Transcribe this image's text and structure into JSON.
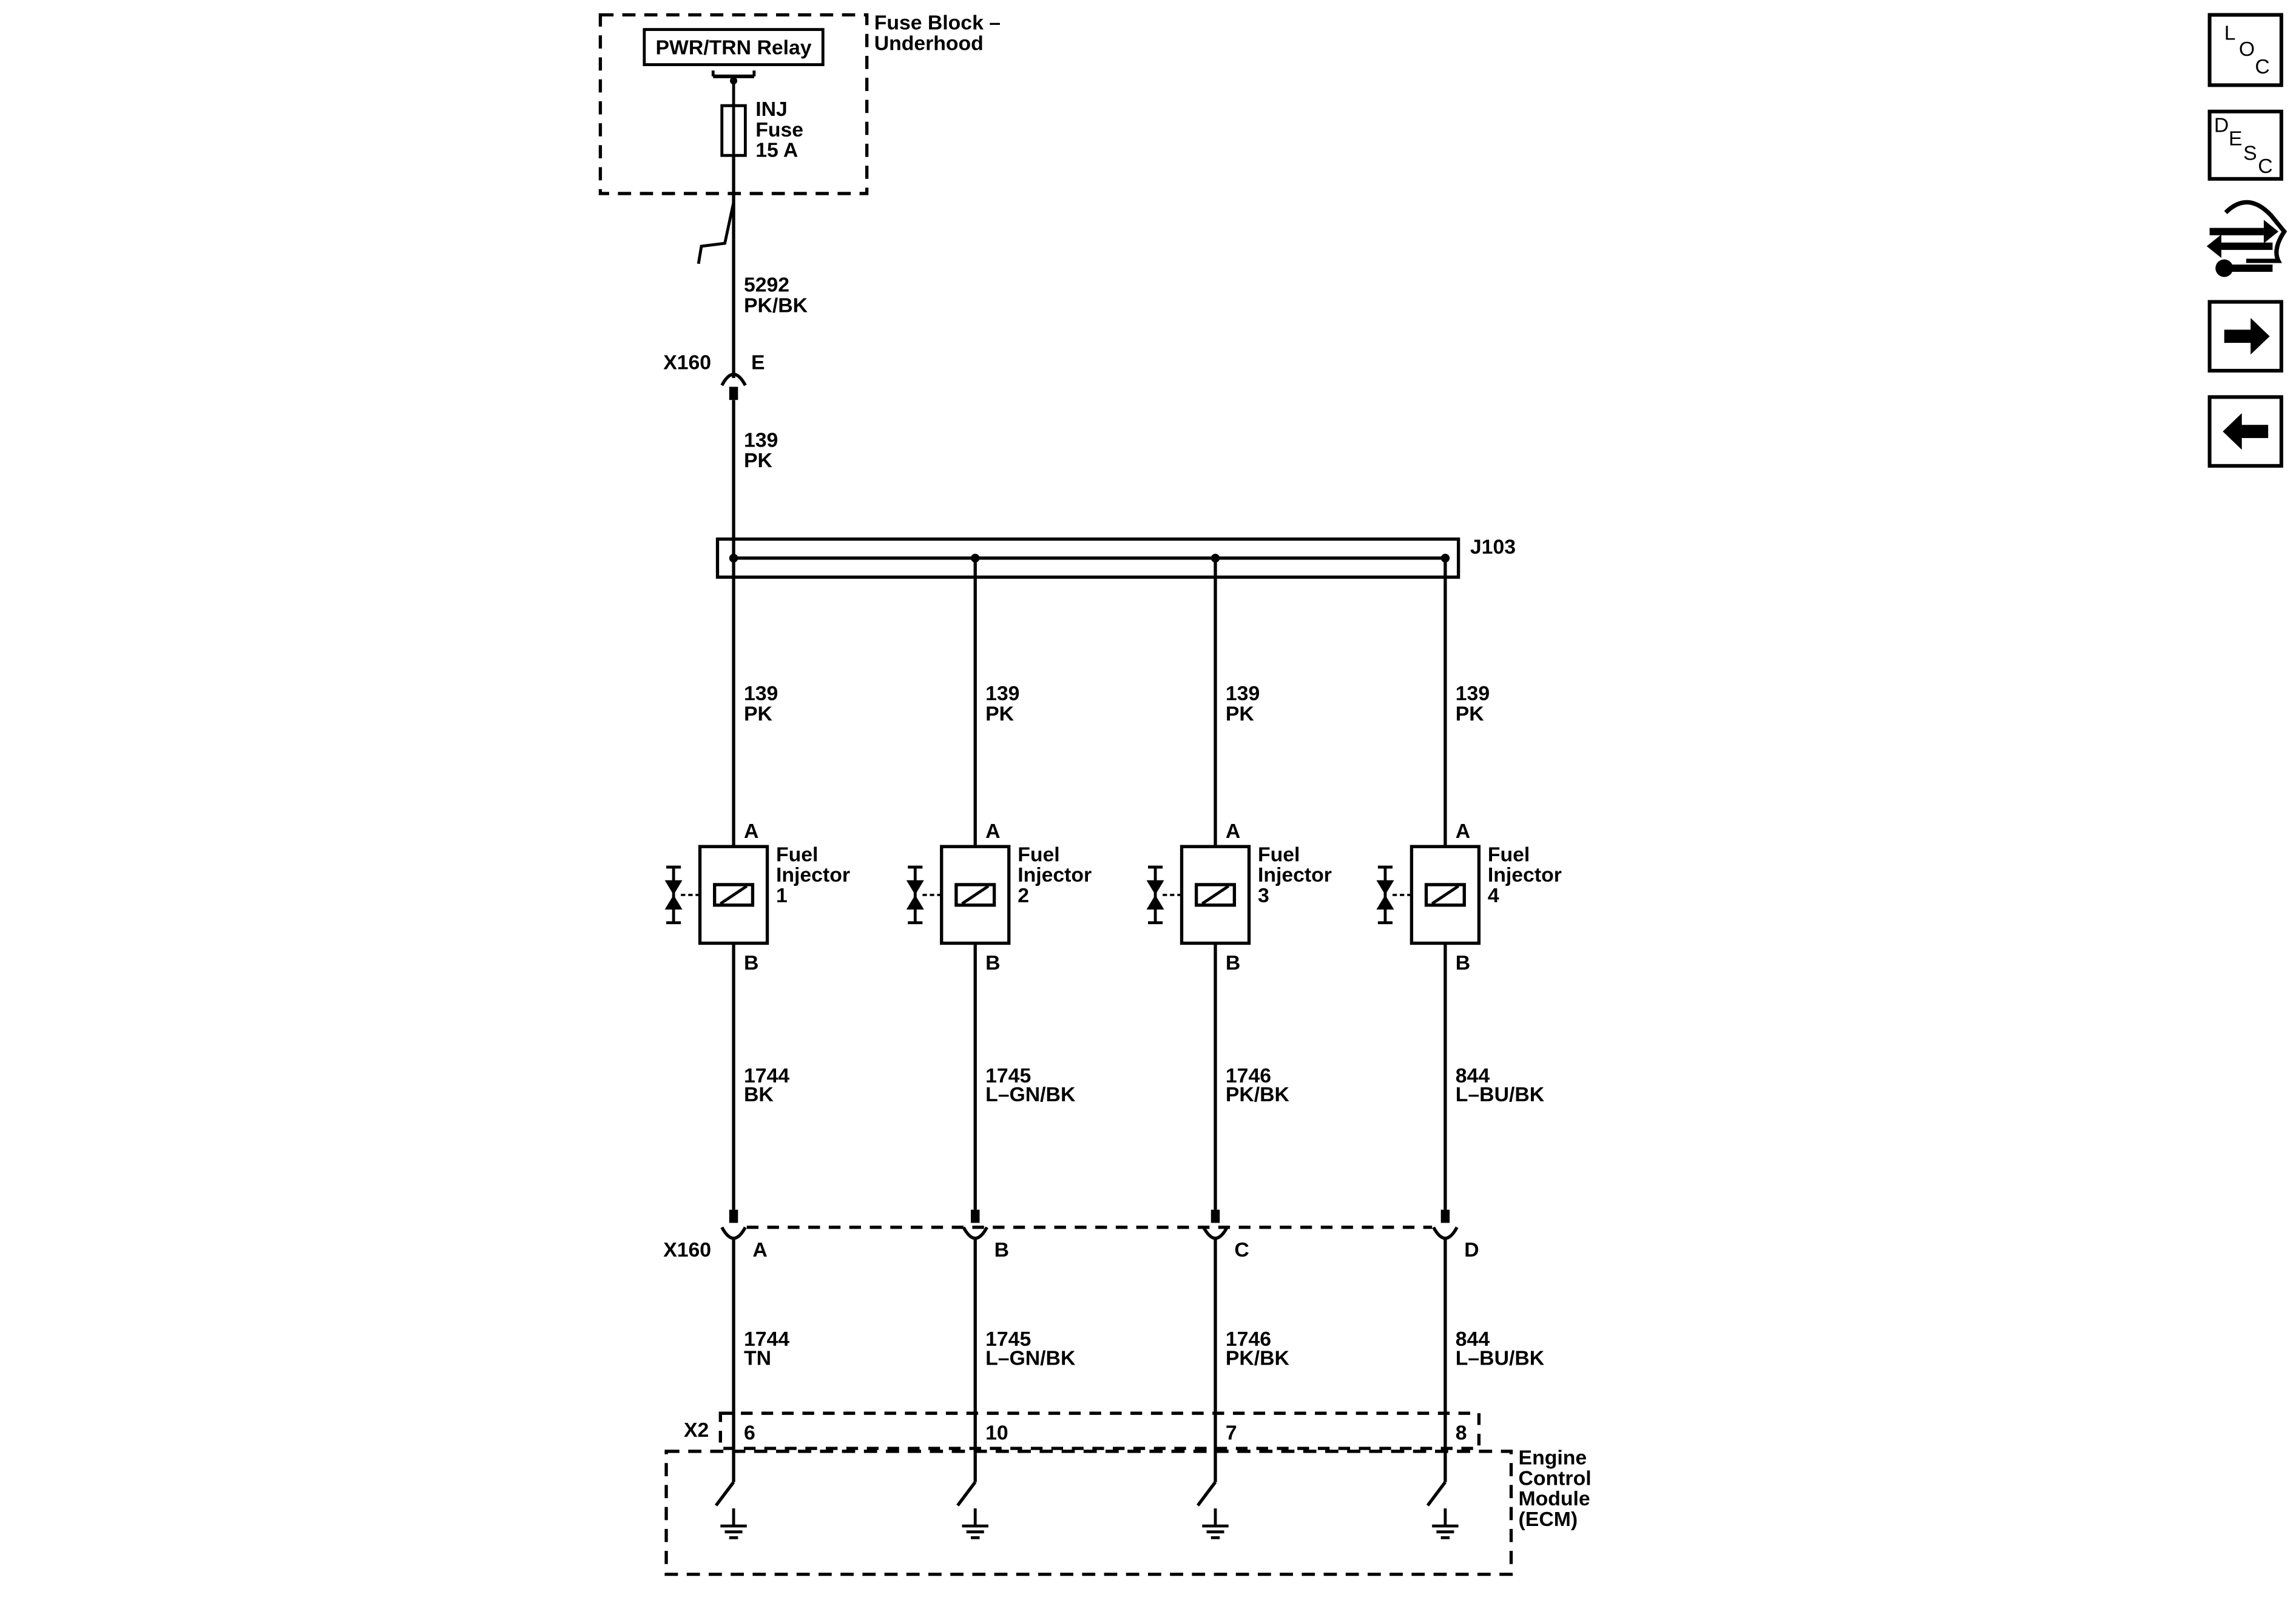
{
  "nav": {
    "loc": {
      "l": "L",
      "o": "O",
      "c": "C"
    },
    "desc": {
      "d": "D",
      "e": "E",
      "s": "S",
      "c": "C"
    }
  },
  "fuse_block": {
    "title_line1": "Fuse Block –",
    "title_line2": "Underhood",
    "relay": "PWR/TRN Relay",
    "fuse_line1": "INJ",
    "fuse_line2": "Fuse",
    "fuse_line3": "15 A"
  },
  "wire_top": {
    "circuit": "5292",
    "color": "PK/BK"
  },
  "connector_top": {
    "name": "X160",
    "pin": "E"
  },
  "wire_mid": {
    "circuit": "139",
    "color": "PK"
  },
  "splice": {
    "name": "J103"
  },
  "injector_word1": "Fuel",
  "injector_word2": "Injector",
  "pin_a": "A",
  "pin_b": "B",
  "connector_bottom": {
    "name": "X160"
  },
  "ecm": {
    "connector": "X2",
    "line1": "Engine",
    "line2": "Control",
    "line3": "Module",
    "line4": "(ECM)"
  },
  "columns": [
    {
      "supply_circuit": "139",
      "supply_color": "PK",
      "injector_num": "1",
      "ctrl_circuit": "1744",
      "ctrl_color": "BK",
      "x160_pin": "A",
      "ecm_circuit": "1744",
      "ecm_color": "TN",
      "ecm_pin": "6"
    },
    {
      "supply_circuit": "139",
      "supply_color": "PK",
      "injector_num": "2",
      "ctrl_circuit": "1745",
      "ctrl_color": "L–GN/BK",
      "x160_pin": "B",
      "ecm_circuit": "1745",
      "ecm_color": "L–GN/BK",
      "ecm_pin": "10"
    },
    {
      "supply_circuit": "139",
      "supply_color": "PK",
      "injector_num": "3",
      "ctrl_circuit": "1746",
      "ctrl_color": "PK/BK",
      "x160_pin": "C",
      "ecm_circuit": "1746",
      "ecm_color": "PK/BK",
      "ecm_pin": "7"
    },
    {
      "supply_circuit": "139",
      "supply_color": "PK",
      "injector_num": "4",
      "ctrl_circuit": "844",
      "ctrl_color": "L–BU/BK",
      "x160_pin": "D",
      "ecm_circuit": "844",
      "ecm_color": "L–BU/BK",
      "ecm_pin": "8"
    }
  ],
  "icons": [
    "loc-icon",
    "desc-icon",
    "schematic-arrows-icon",
    "next-arrow-icon",
    "prev-arrow-icon"
  ]
}
